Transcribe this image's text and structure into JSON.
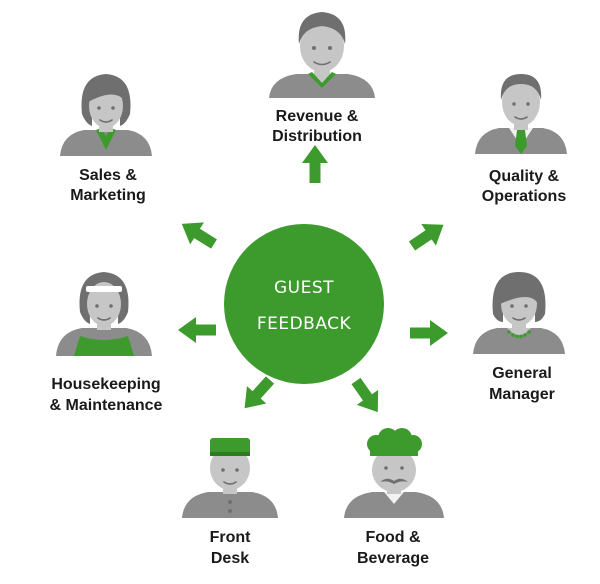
{
  "colors": {
    "accent_green": "#3d9a2c",
    "figure_gray": "#8c8c8c",
    "face_gray": "#c6c6c6",
    "text_dark": "#1a1a1a"
  },
  "center": {
    "line1": "GUEST",
    "line2": "FEEDBACK"
  },
  "roles": {
    "revenue": {
      "line1": "Revenue &",
      "line2": "Distribution",
      "icon": "man-with-green-collar"
    },
    "sales": {
      "line1": "Sales &",
      "line2": "Marketing",
      "icon": "woman-with-green-scarf"
    },
    "quality": {
      "line1": "Quality &",
      "line2": "Operations",
      "icon": "man-with-green-tie"
    },
    "housekeeping": {
      "line1": "Housekeeping",
      "line2": "& Maintenance",
      "icon": "housekeeper-with-green-apron"
    },
    "general": {
      "line1": "General",
      "line2": "Manager",
      "icon": "woman-with-green-necklace"
    },
    "frontdesk": {
      "line1": "Front",
      "line2": "Desk",
      "icon": "bellhop-with-green-cap"
    },
    "food": {
      "line1": "Food &",
      "line2": "Beverage",
      "icon": "chef-with-green-hat"
    }
  }
}
